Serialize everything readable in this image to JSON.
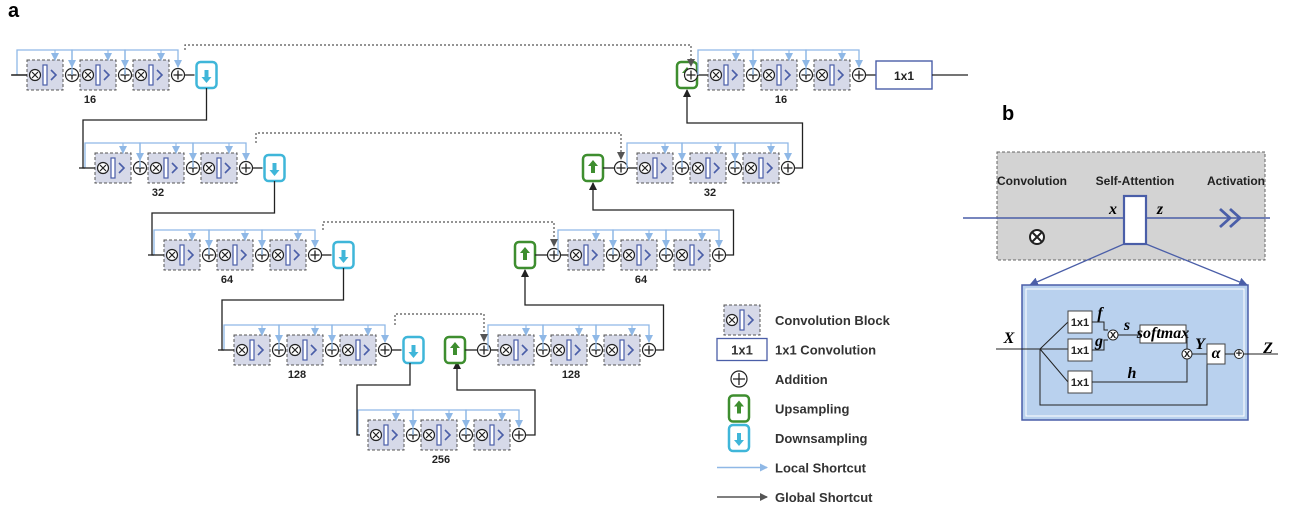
{
  "panels": {
    "a": "a",
    "b": "b"
  },
  "conv_block_icon": {
    "conv": "⊗",
    "act": "≫"
  },
  "addition_symbol": "+",
  "level_channels": [
    "16",
    "32",
    "64",
    "128",
    "256"
  ],
  "decoder_channels": [
    "16",
    "32",
    "64",
    "128"
  ],
  "final_conv_label": "1x1",
  "legend": [
    {
      "key": "conv_block",
      "label": "Convolution Block"
    },
    {
      "key": "conv1x1",
      "label": "1x1 Convolution",
      "symbol": "1x1"
    },
    {
      "key": "addition",
      "label": "Addition"
    },
    {
      "key": "upsampling",
      "label": "Upsampling"
    },
    {
      "key": "downsampling",
      "label": "Downsampling"
    },
    {
      "key": "local_shortcut",
      "label": "Local Shortcut"
    },
    {
      "key": "global_shortcut",
      "label": "Global Shortcut"
    }
  ],
  "panel_b": {
    "headers": [
      "Convolution",
      "Self-Attention",
      "Activation"
    ],
    "vars": {
      "x": "x",
      "z": "z"
    },
    "detail": {
      "input": "X",
      "output": "Z",
      "conv_labels": [
        "1x1",
        "1x1",
        "1x1"
      ],
      "f": "f",
      "g": "g",
      "h": "h",
      "s": "s",
      "softmax": "softmax",
      "Y": "Y",
      "alpha": "α",
      "mult": "x",
      "plus": "+"
    }
  },
  "colors": {
    "block_fill": "#d6d9e8",
    "local_shortcut": "#8fb8e6",
    "global_shortcut": "#555555",
    "up_green": "#3e8e2f",
    "down_blue": "#3fb6d9",
    "line_blue": "#4a5ea8",
    "panel_b_gray": "#d3d3d3",
    "panel_b_blue": "#b9d1ee"
  }
}
